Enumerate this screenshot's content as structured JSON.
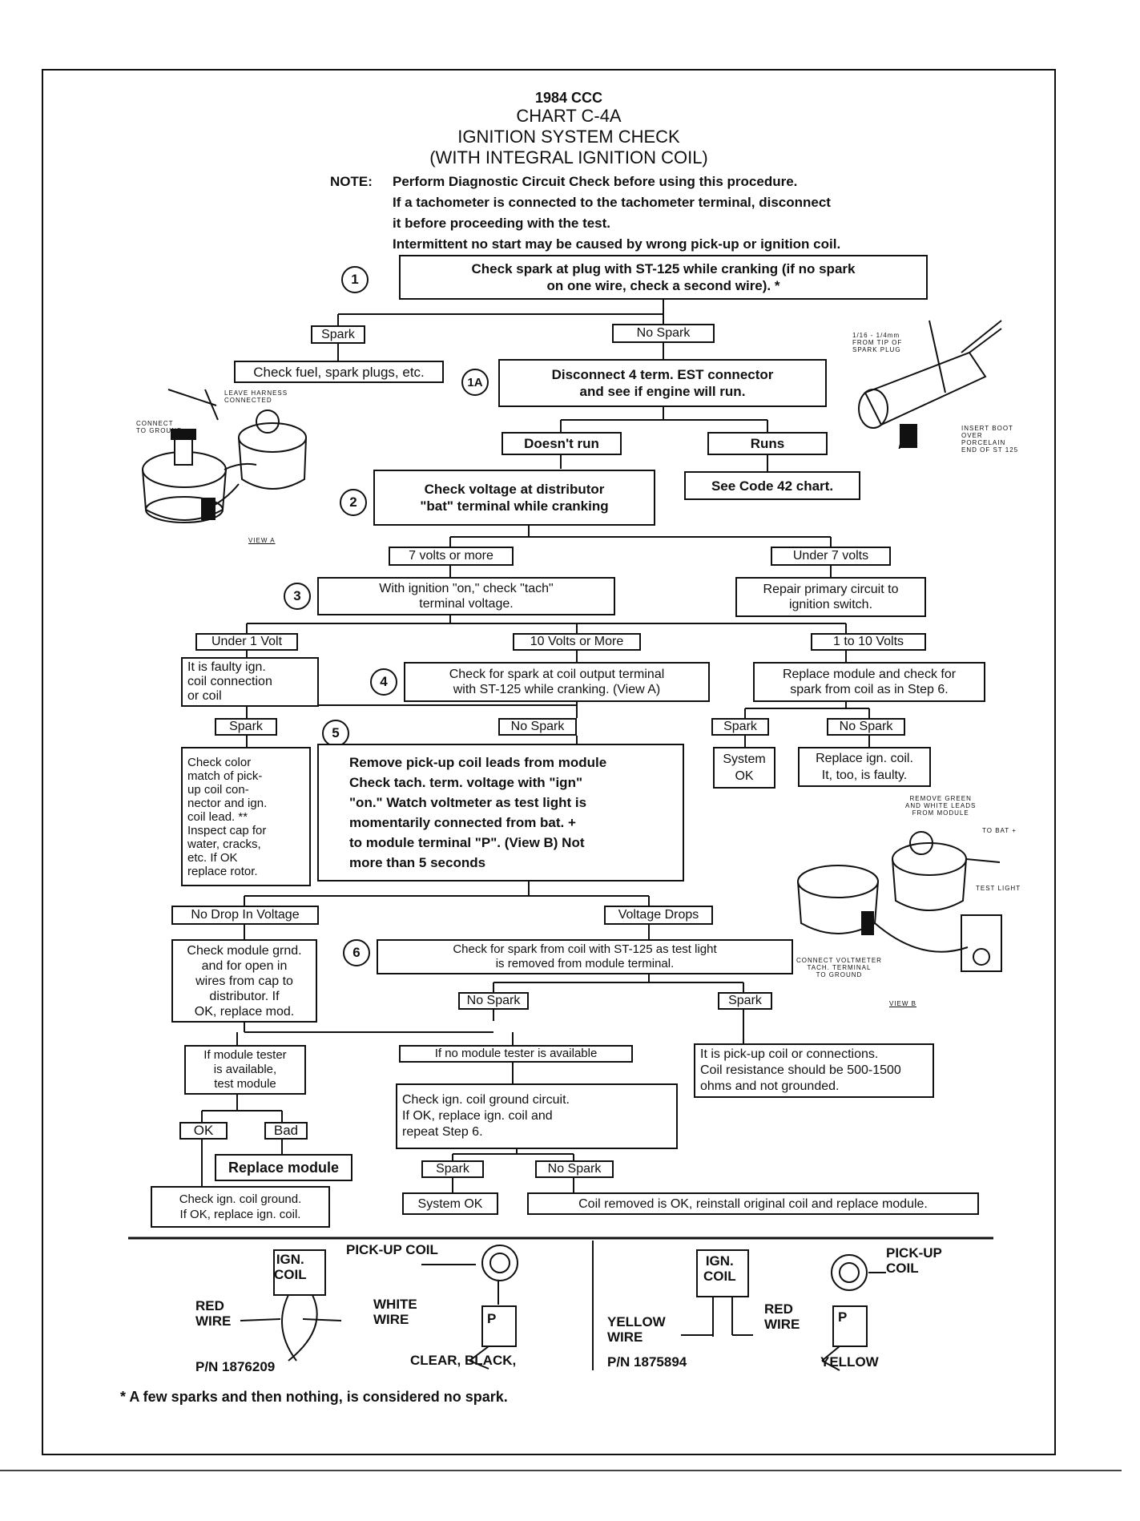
{
  "header": {
    "year": "1984 CCC",
    "chart": "CHART C-4A",
    "title": "IGNITION SYSTEM CHECK",
    "subtitle": "(WITH INTEGRAL IGNITION COIL)"
  },
  "note": {
    "label": "NOTE:",
    "lines": [
      "Perform Diagnostic Circuit Check before using this procedure.",
      "If a tachometer is connected to the tachometer terminal, disconnect",
      "it before proceeding with the test.",
      "Intermittent no start may be caused by wrong pick-up or ignition coil."
    ]
  },
  "steps": {
    "s1": "1",
    "s1a": "1A",
    "s2": "2",
    "s3": "3",
    "s4": "4",
    "s5": "5",
    "s6": "6"
  },
  "boxes": {
    "b1": "Check spark at plug with ST-125 while cranking (if no spark\non one wire, check a second wire). *",
    "b_fuel": "Check fuel, spark plugs, etc.",
    "b1a": "Disconnect 4 term. EST connector\nand see if engine will run.",
    "b2": "Check voltage at distributor\n\"bat\" terminal while cranking",
    "b_code42": "See Code 42 chart.",
    "b3": "With ignition \"on,\" check \"tach\"\nterminal voltage.",
    "b_repair": "Repair primary circuit to\nignition switch.",
    "b_faulty": "It is faulty ign.\ncoil connection\nor coil",
    "b4": "Check for spark at coil output terminal\nwith ST-125 while cranking. (View A)",
    "b_replace_mod": "Replace module and check for\nspark from coil as in Step 6.",
    "b_color": "Check color\nmatch of pick-\nup coil con-\nnector and ign.\ncoil lead. **\nInspect cap for\nwater, cracks,\netc. If OK\nreplace rotor.",
    "b5": "Remove pick-up coil leads from module\nCheck tach. term. voltage with \"ign\"\n\"on.\" Watch voltmeter as test light is\nmomentarily connected from bat. +\nto module terminal \"P\". (View B) Not\nmore than 5 seconds",
    "b_sysok": "System\nOK",
    "b_replace_coil": "Replace ign. coil.\nIt, too, is faulty.",
    "b_grnd": "Check module grnd.\nand for open in\nwires from cap to\ndistributor. If\nOK, replace mod.",
    "b6": "Check for spark from coil with ST-125 as test light\nis removed from module terminal.",
    "b_pickup": "It is pick-up coil or connections.\nCoil resistance should be 500-1500\nohms and not grounded.",
    "b_tester": "If module tester\nis available,\ntest module",
    "b_notester": "If no module tester is available",
    "b_coilground": "Check ign. coil ground circuit.\nIf OK, replace ign. coil and\nrepeat Step 6.",
    "b_replace_module": "Replace module",
    "b_check_coil_gnd": "Check ign. coil ground.\nIf OK, replace ign. coil.",
    "b_sysok2": "System OK",
    "b_coil_removed": "Coil removed is OK, reinstall original coil and replace module."
  },
  "labels": {
    "spark1": "Spark",
    "nospark1": "No Spark",
    "doesnt_run": "Doesn't run",
    "runs": "Runs",
    "seven_more": "7 volts or more",
    "under_seven": "Under 7 volts",
    "under_one": "Under 1 Volt",
    "ten_more": "10 Volts or More",
    "one_to_ten": "1 to 10 Volts",
    "spark4": "Spark",
    "nospark4": "No Spark",
    "spark_r": "Spark",
    "nospark_r": "No Spark",
    "no_drop": "No Drop In Voltage",
    "volt_drops": "Voltage Drops",
    "nospark6": "No Spark",
    "spark6": "Spark",
    "ok": "OK",
    "bad": "Bad",
    "spark7": "Spark",
    "nospark7": "No Spark"
  },
  "illustrations": {
    "view_a": {
      "caption1": "CONNECT\nTO GROUND",
      "caption2": "LEAVE HARNESS\nCONNECTED",
      "view": "VIEW A"
    },
    "st125": {
      "caption1": "1/16 - 1/4mm\nFROM TIP OF\nSPARK PLUG",
      "caption2": "INSERT BOOT\nOVER\nPORCELAIN\nEND OF ST 125"
    },
    "view_b": {
      "caption1": "REMOVE GREEN\nAND WHITE LEADS\nFROM MODULE",
      "caption2": "TO BAT +",
      "caption3": "TEST LIGHT",
      "caption4": "CONNECT VOLTMETER\nTACH. TERMINAL\nTO GROUND",
      "view": "VIEW B"
    }
  },
  "wiring_left": {
    "coil": "IGN.\nCOIL",
    "pickup": "PICK-UP  COIL",
    "red": "RED\nWIRE",
    "white": "WHITE\nWIRE",
    "pn": "P/N  1876209",
    "clear_black": "CLEAR,  BLACK,",
    "p": "P"
  },
  "wiring_right": {
    "coil": "IGN.\nCOIL",
    "pickup": "PICK-UP\nCOIL",
    "yellow": "YELLOW\nWIRE",
    "red": "RED\nWIRE",
    "pn": "P/N  1875894",
    "yellow2": "YELLOW",
    "p": "P"
  },
  "footnote": "* A few sparks and then nothing, is considered no spark."
}
